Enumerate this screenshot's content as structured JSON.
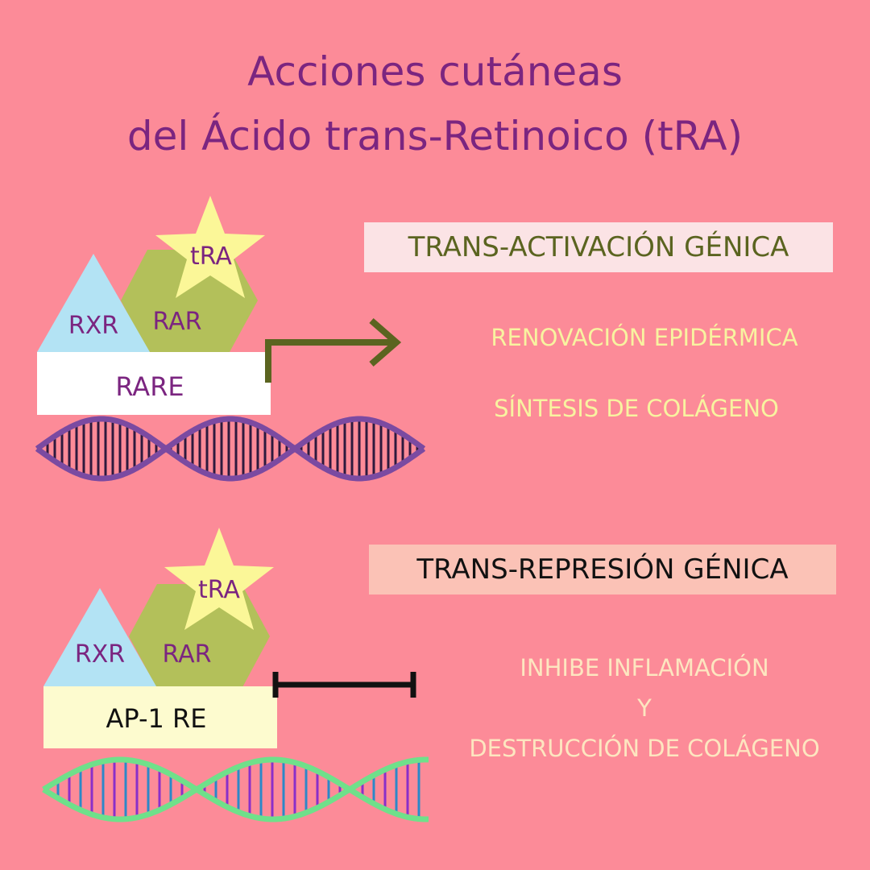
{
  "title": {
    "line1": "Acciones cutáneas",
    "line2": "del Ácido trans-Retinoico (tRA)"
  },
  "activation": {
    "banner": "TRANS-ACTIVACIÓN GÉNICA",
    "ligand": "tRA",
    "receptor_a": "RXR",
    "receptor_b": "RAR",
    "element": "RARE",
    "effects": [
      "RENOVACIÓN EPIDÉRMICA",
      "SÍNTESIS DE COLÁGENO"
    ]
  },
  "repression": {
    "banner": "TRANS-REPRESIÓN GÉNICA",
    "ligand": "tRA",
    "receptor_a": "RXR",
    "receptor_b": "RAR",
    "element": "AP-1 RE",
    "effects": [
      "INHIBE INFLAMACIÓN",
      "Y",
      "DESTRUCCIÓN DE COLÁGENO"
    ]
  },
  "colors": {
    "background": "#fc8b98",
    "title": "#7b2580",
    "rxr": "#b3e3f4",
    "rar": "#b3c05a",
    "star": "#fbf798",
    "activation_arrow": "#5b6420",
    "dna_top_strand": "#7b4aa1",
    "dna_top_rungs": "#2e1a3e",
    "dna_bottom_strand": "#6fe08a",
    "dna_bottom_rungs_a": "#8a2fc9",
    "dna_bottom_rungs_b": "#2c88c8"
  }
}
